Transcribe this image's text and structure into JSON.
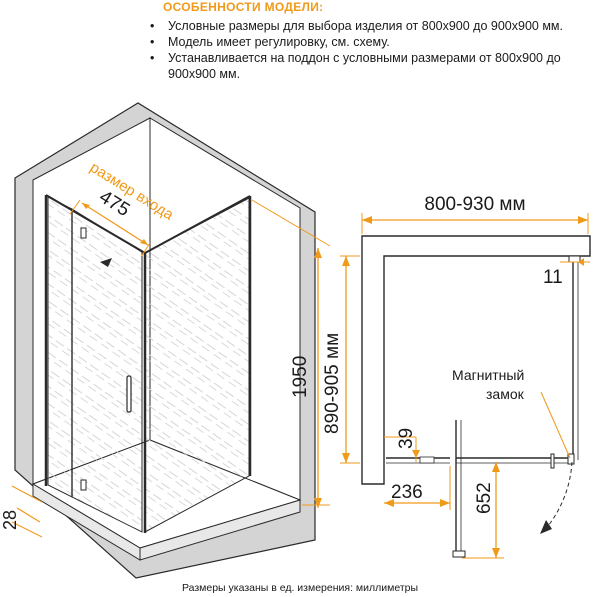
{
  "features": {
    "heading": "ОСОБЕННОСТИ МОДЕЛИ:",
    "items": [
      "Условные размеры для выбора изделия от 800х900 до 900х900 мм.",
      "Модель имеет регулировку, см. схему.",
      "Устанавливается на поддон с условными размерами от 800х900 до 900х900 мм."
    ]
  },
  "isometric": {
    "entry_label": "размер входа",
    "entry_width": "475",
    "height": "1950",
    "tray_height": "28"
  },
  "plan": {
    "width_range": "800-930 мм",
    "depth_range": "890-905 мм",
    "gap": "11",
    "offset_39": "39",
    "door_width": "236",
    "door_swing": "652",
    "magnet_label_line1": "Магнитный",
    "magnet_label_line2": "замок"
  },
  "footnote": "Размеры указаны в ед. измерения: миллиметры",
  "colors": {
    "accent": "#f09a1a",
    "line": "#2a2a2a",
    "glass": "#cccccc"
  }
}
